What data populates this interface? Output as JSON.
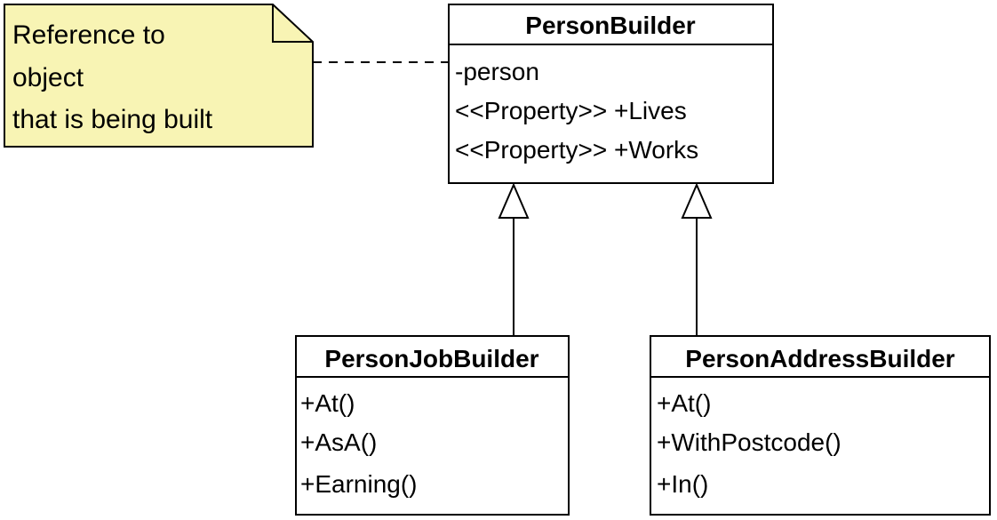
{
  "colors": {
    "note_fill": "#f8f4b4",
    "line": "#000000",
    "box_fill": "#ffffff"
  },
  "note": {
    "lines": [
      "Reference to",
      "object",
      "that is being built"
    ]
  },
  "classes": {
    "person_builder": {
      "name": "PersonBuilder",
      "members": [
        "-person",
        "<<Property>> +Lives",
        "<<Property>> +Works"
      ]
    },
    "person_job_builder": {
      "name": "PersonJobBuilder",
      "members": [
        "+At()",
        "+AsA()",
        "+Earning()"
      ]
    },
    "person_address_builder": {
      "name": "PersonAddressBuilder",
      "members": [
        "+At()",
        "+WithPostcode()",
        "+In()"
      ]
    }
  },
  "relations": [
    {
      "type": "inheritance",
      "from": "PersonJobBuilder",
      "to": "PersonBuilder"
    },
    {
      "type": "inheritance",
      "from": "PersonAddressBuilder",
      "to": "PersonBuilder"
    },
    {
      "type": "note-link",
      "from": "note",
      "to": "PersonBuilder"
    }
  ]
}
